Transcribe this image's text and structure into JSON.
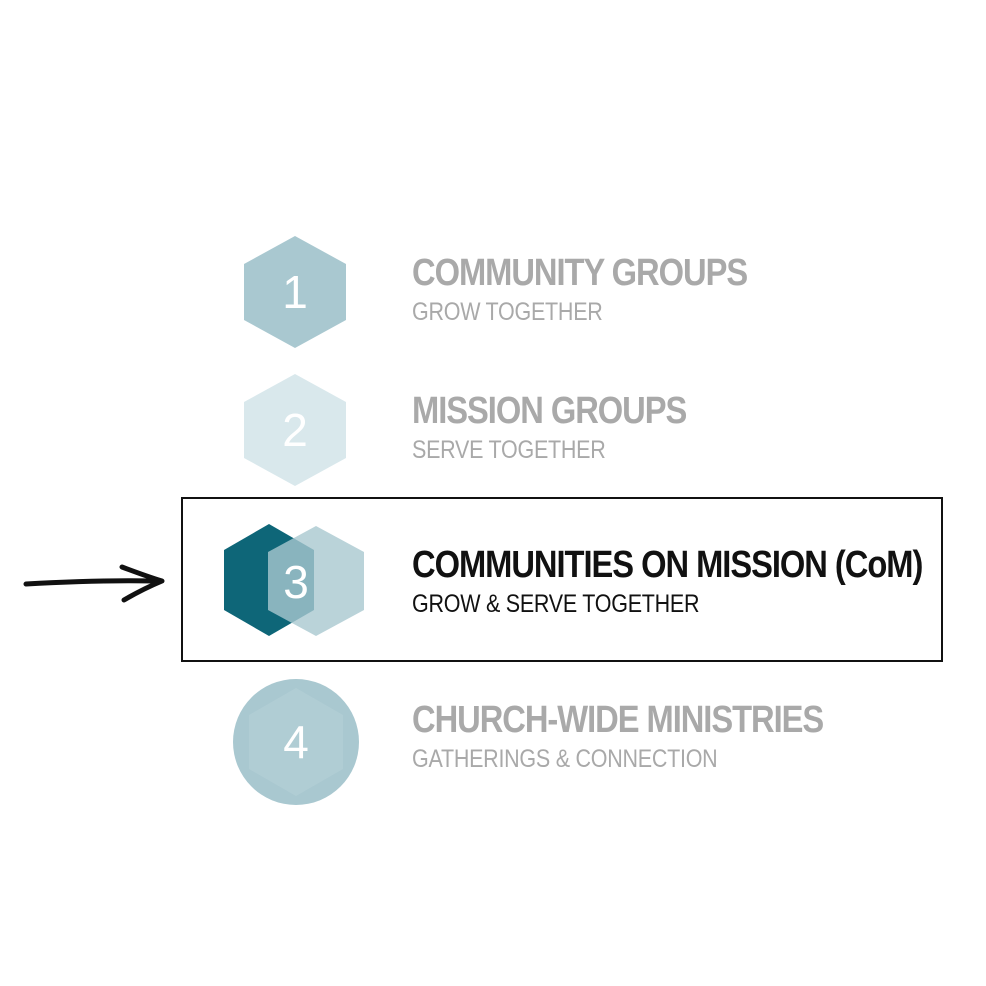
{
  "steps": [
    {
      "number": "1",
      "title": "COMMUNITY GROUPS",
      "subtitle": "GROW TOGETHER"
    },
    {
      "number": "2",
      "title": "MISSION GROUPS",
      "subtitle": "SERVE TOGETHER"
    },
    {
      "number": "3",
      "title": "COMMUNITIES ON MISSION (CoM)",
      "subtitle": "GROW & SERVE TOGETHER"
    },
    {
      "number": "4",
      "title": "CHURCH-WIDE MINISTRIES",
      "subtitle": "GATHERINGS & CONNECTION"
    }
  ],
  "highlighted_step": "3",
  "colors": {
    "teal_light": "#a9c8d0",
    "teal_pale": "#d9e8ec",
    "teal_dark": "#0e6678",
    "text_muted": "#a9a9a9",
    "text_active": "#111111"
  },
  "icons": [
    "hexagon-icon",
    "hexagon-icon",
    "overlapping-hexagons-icon",
    "circle-hexagon-icon",
    "arrow-right-icon"
  ]
}
